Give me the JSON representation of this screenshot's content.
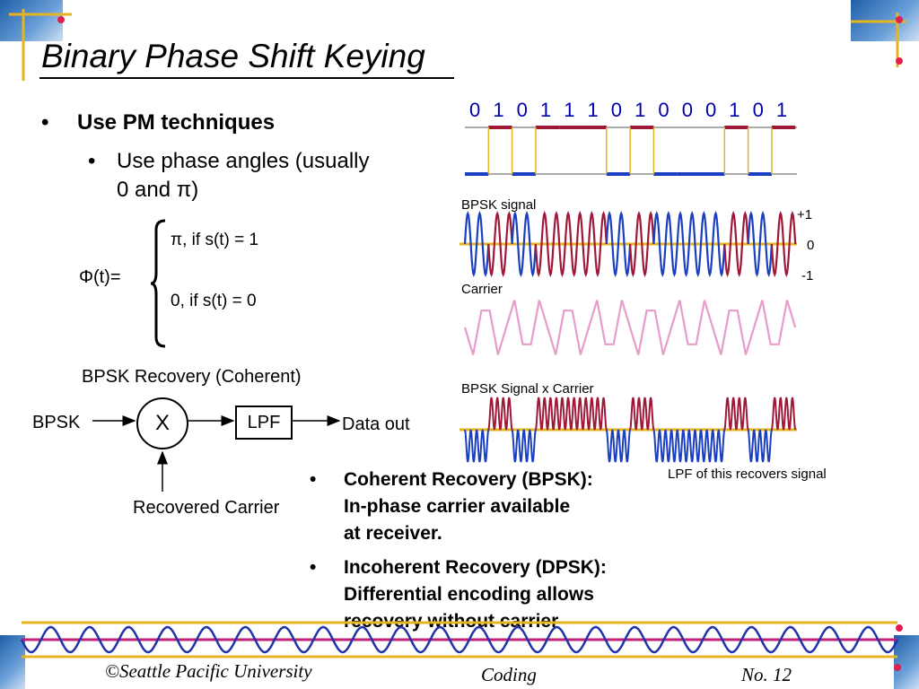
{
  "slide": {
    "title": "Binary Phase Shift Keying",
    "bullet1": "Use PM techniques",
    "bullet1_dot": "•",
    "bullet2_line1": "Use phase angles (usually",
    "bullet2_line2": "0 and π)",
    "bullet2_dot": "•"
  },
  "formula": {
    "lhs": "Φ(t)=",
    "case1": "π, if s(t) = 1",
    "case2": "0, if s(t) = 0"
  },
  "recovery_diagram": {
    "title": "BPSK Recovery (Coherent)",
    "input_label": "BPSK",
    "multiplier_label": "X",
    "filter_label": "LPF",
    "output_label": "Data out",
    "carrier_label": "Recovered Carrier"
  },
  "waveforms": {
    "bits": [
      "0",
      "1",
      "0",
      "1",
      "1",
      "1",
      "0",
      "1",
      "0",
      "0",
      "0",
      "1",
      "0",
      "1"
    ],
    "bpsk_signal_label": "BPSK signal",
    "level_plus": "+1",
    "level_zero": "0",
    "level_minus": "-1",
    "carrier_label": "Carrier",
    "product_label": "BPSK Signal x Carrier",
    "lpf_note": "LPF of this recovers signal"
  },
  "notes": {
    "bullet_dot": "•",
    "coherent_line1": "Coherent Recovery (BPSK):",
    "coherent_line2": "In-phase carrier available",
    "coherent_line3": "at receiver.",
    "incoherent_line1": "Incoherent Recovery (DPSK):",
    "incoherent_line2": "Differential encoding allows",
    "incoherent_line3": "recovery without carrier"
  },
  "footer": {
    "copyright": "©Seattle Pacific University",
    "topic": "Coding",
    "page": "No. 12"
  },
  "colors": {
    "one_bit": "#a01838",
    "zero_bit": "#1a3fc0",
    "carrier": "#e79ccc",
    "axis": "#e6b422",
    "footer_wave": "#2233aa",
    "footer_line": "#c0207a"
  }
}
